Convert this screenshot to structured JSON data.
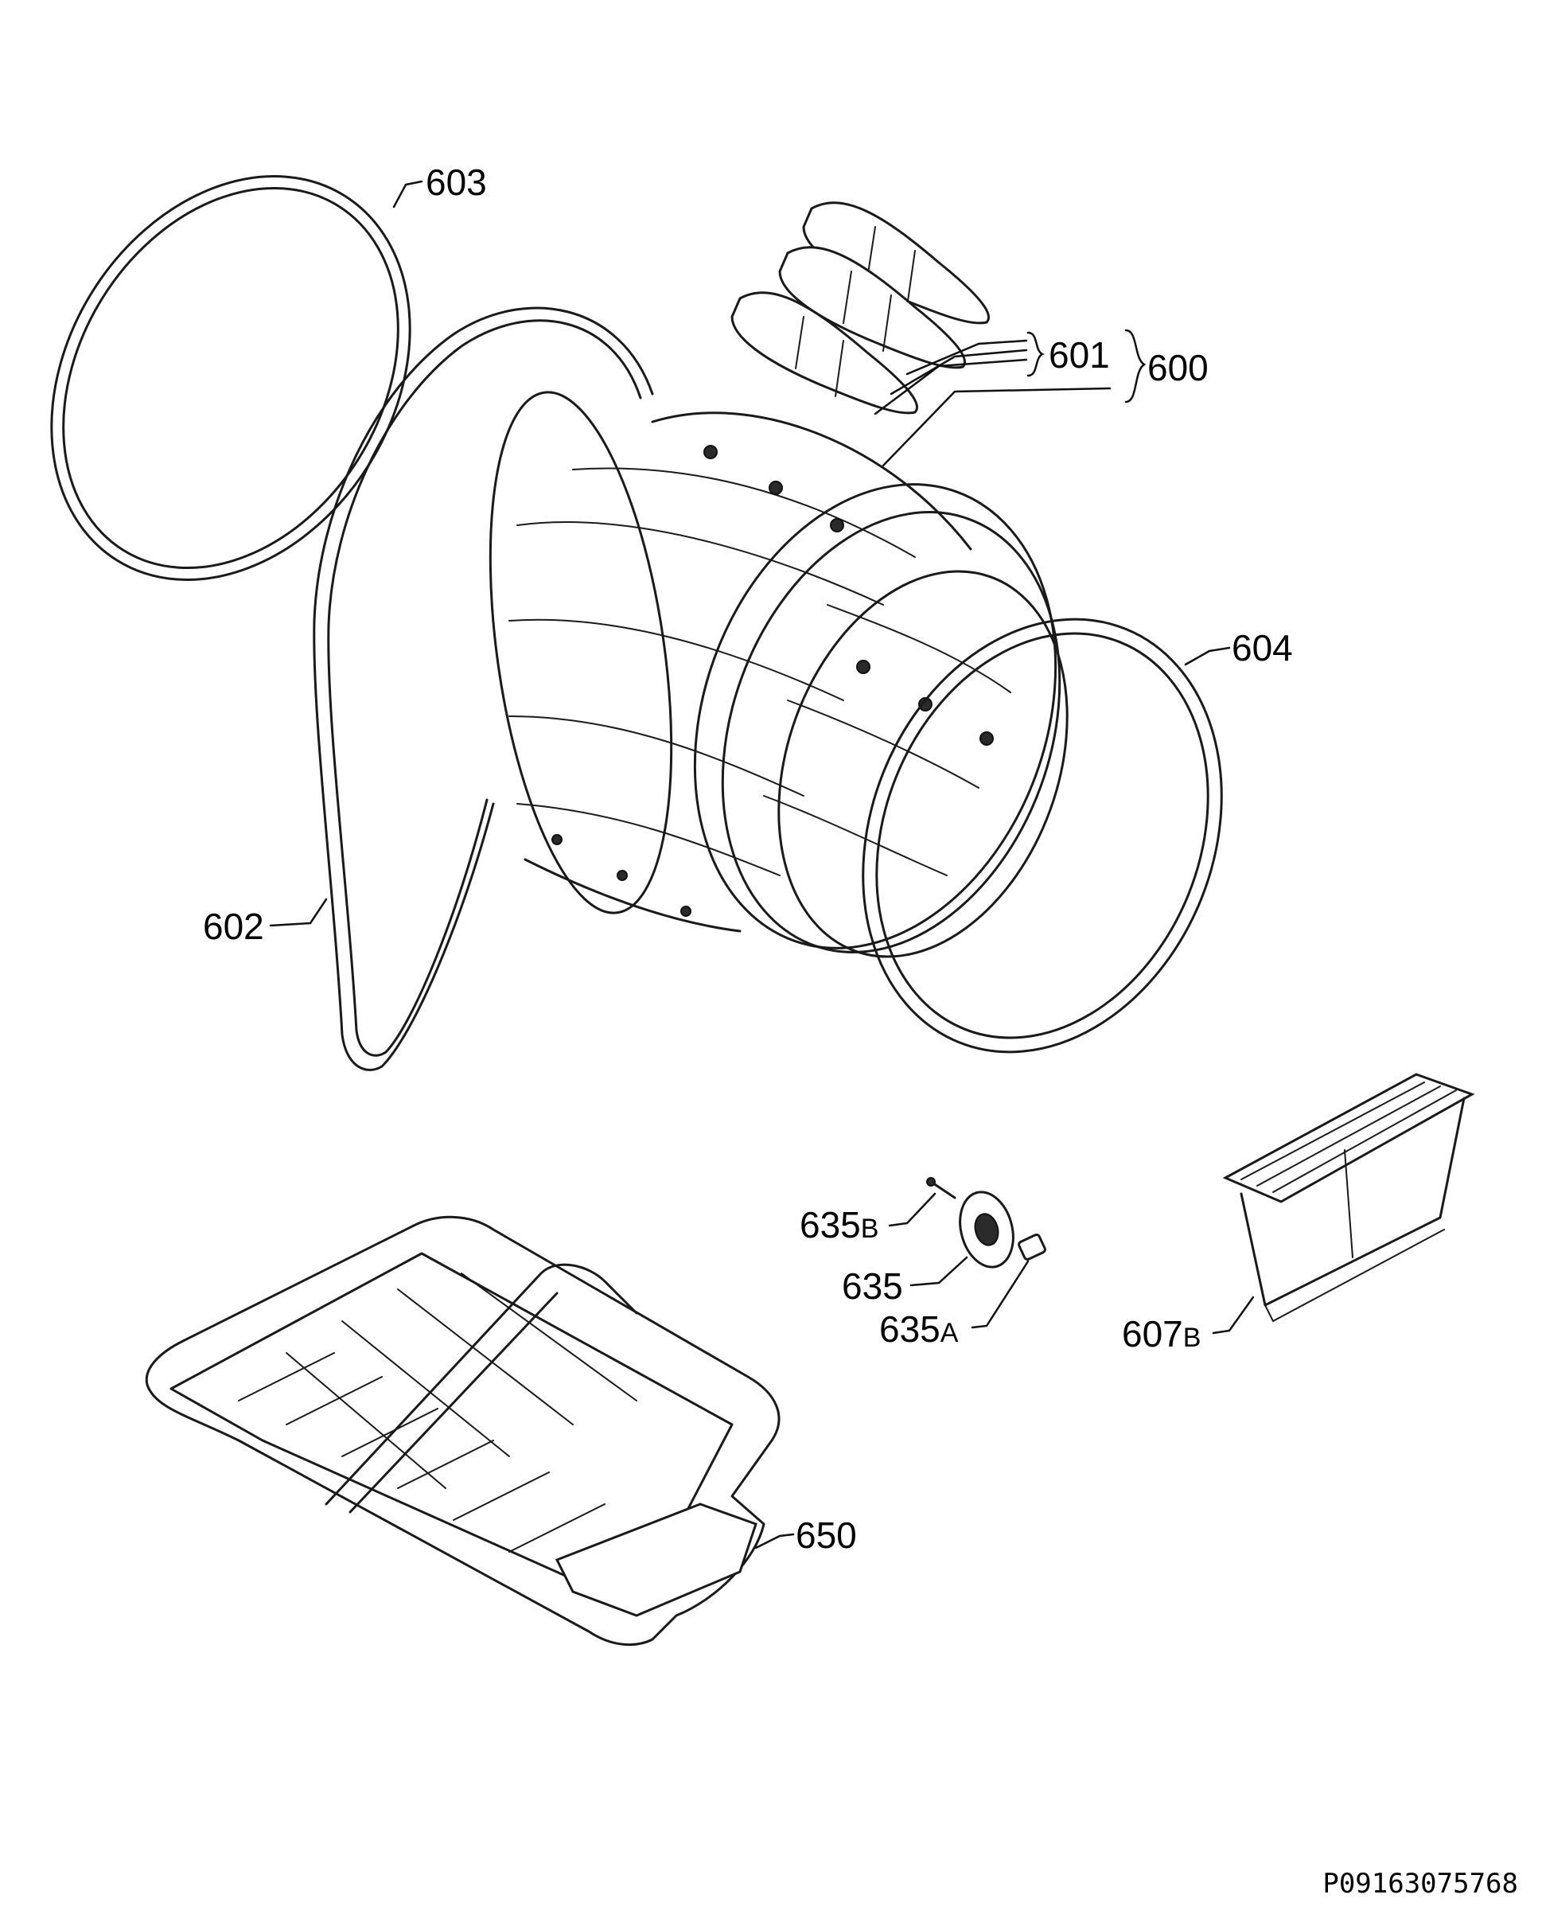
{
  "labels": {
    "p600": "600",
    "p601": "601",
    "p602": "602",
    "p603": "603",
    "p604": "604",
    "p607b_num": "607",
    "p607b_suffix": "B",
    "p635": "635",
    "p635a_num": "635",
    "p635a_suffix": "A",
    "p635b_num": "635",
    "p635b_suffix": "B",
    "p650": "650"
  },
  "footer": {
    "reference": "P09163075768"
  },
  "colors": {
    "line": "#1a1a1a",
    "background": "#ffffff"
  }
}
